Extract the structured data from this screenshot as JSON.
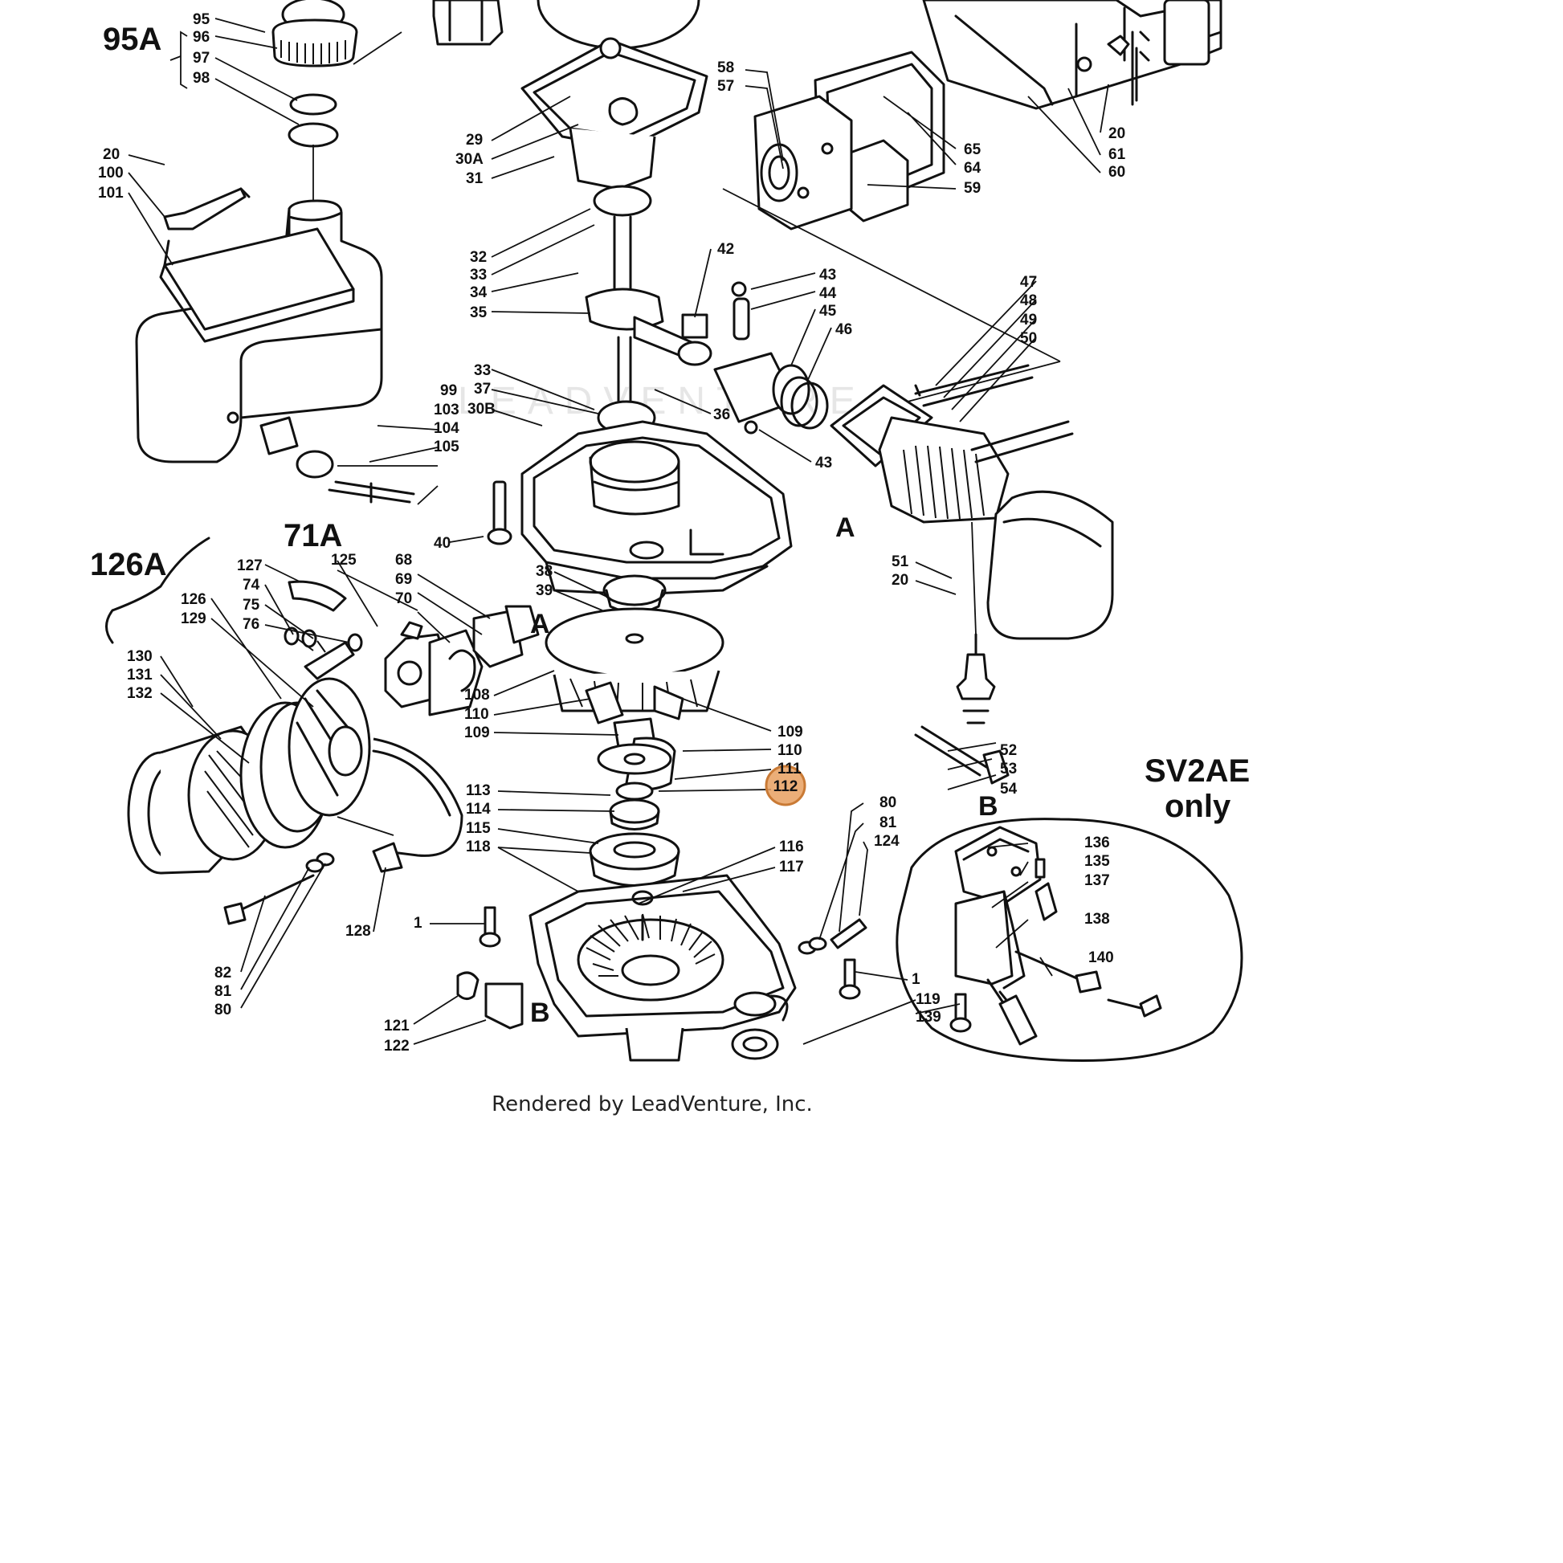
{
  "diagram": {
    "footer": "Rendered by LeadVenture, Inc.",
    "watermark": "LEADVENTURE",
    "highlight": {
      "label": "112",
      "color": "#e8a060",
      "stroke": "#c97a35"
    },
    "group_labels": [
      "95A",
      "71A",
      "126A"
    ],
    "sv2ae_note": [
      "SV2AE",
      "only"
    ],
    "markers": [
      "A",
      "A",
      "A",
      "B",
      "B"
    ],
    "part_numbers": [
      "95",
      "96",
      "97",
      "98",
      "20",
      "100",
      "101",
      "29",
      "30A",
      "31",
      "32",
      "33",
      "34",
      "35",
      "42",
      "43",
      "44",
      "45",
      "46",
      "58",
      "57",
      "65",
      "64",
      "59",
      "20",
      "61",
      "60",
      "47",
      "48",
      "49",
      "50",
      "33",
      "37",
      "30B",
      "36",
      "43",
      "99",
      "103",
      "104",
      "105",
      "40",
      "125",
      "68",
      "69",
      "70",
      "127",
      "74",
      "75",
      "76",
      "126",
      "129",
      "130",
      "131",
      "132",
      "38",
      "39",
      "108",
      "110",
      "109",
      "109",
      "110",
      "111",
      "113",
      "114",
      "115",
      "118",
      "116",
      "117",
      "51",
      "20",
      "52",
      "53",
      "54",
      "80",
      "81",
      "124",
      "136",
      "135",
      "137",
      "138",
      "140",
      "1",
      "1",
      "119",
      "139",
      "82",
      "81",
      "80",
      "128",
      "121",
      "122"
    ]
  }
}
